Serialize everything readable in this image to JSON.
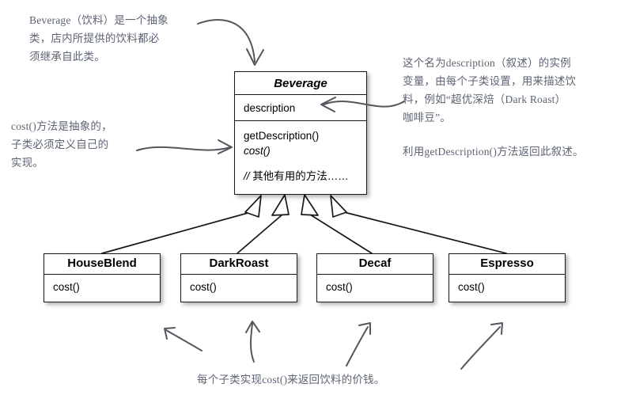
{
  "diagram": {
    "title": "Beverage class hierarchy",
    "ink_color": "#15171a",
    "note_color": "#5d6472"
  },
  "classes": {
    "base": {
      "name": "Beverage",
      "is_abstract": true,
      "attributes": [
        "description"
      ],
      "operations": [
        "getDescription()",
        "cost()"
      ],
      "abstract_operations": [
        "cost()"
      ],
      "comment": "// 其他有用的方法……",
      "comment_slashes": "//",
      "comment_text": " 其他有用的方法……"
    },
    "subclasses": [
      {
        "name": "HouseBlend",
        "operations": [
          "cost()"
        ]
      },
      {
        "name": "DarkRoast",
        "operations": [
          "cost()"
        ]
      },
      {
        "name": "Decaf",
        "operations": [
          "cost()"
        ]
      },
      {
        "name": "Espresso",
        "operations": [
          "cost()"
        ]
      }
    ]
  },
  "annotations": {
    "top_left": "Beverage（饮料）是一个抽象\n类，店内所提供的饮料都必\n须继承自此类。",
    "middle_left": "cost()方法是抽象的，\n子类必须定义自己的\n实现。",
    "top_right": "这个名为description（叙述）的实例\n变量，由每个子类设置，用来描述饮\n料，例如“超优深焙（Dark Roast）\n咖啡豆”。",
    "top_right_second": "利用getDescription()方法返回此叙述。",
    "bottom": "每个子类实现cost()来返回饮料的价钱。"
  }
}
